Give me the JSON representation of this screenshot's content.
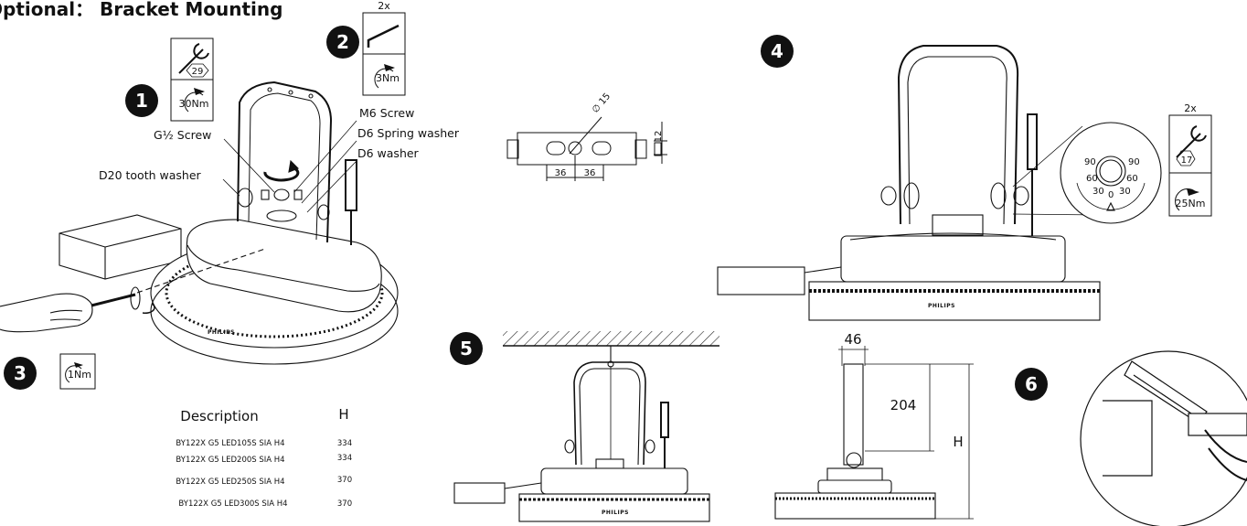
{
  "title": "Optional： Bracket Mounting",
  "steps": [
    "1",
    "2",
    "3",
    "4",
    "5",
    "6"
  ],
  "tools": {
    "spanner_size_1": "29",
    "torque_1": "30Nm",
    "multiplier_2": "2x",
    "torque_2": "3Nm",
    "torque_3": "1Nm",
    "multiplier_4": "2x",
    "spanner_size_4": "17",
    "torque_4": "25Nm"
  },
  "part_labels": {
    "m6_screw": "M6 Screw",
    "d6_spring_washer": "D6 Spring washer",
    "d6_washer": "D6 washer",
    "g_screw": "G½ Screw",
    "d20_tooth_washer": "D20 tooth washer"
  },
  "bracket_dims": {
    "diameter": "∅ 15",
    "height": "12",
    "spacing_left": "36",
    "spacing_right": "36"
  },
  "angle_scale": [
    "90",
    "60",
    "30",
    "0",
    "30",
    "60",
    "90"
  ],
  "side_view": {
    "width": "46",
    "extension": "204",
    "height_symbol": "H"
  },
  "brand": "PHILIPS",
  "table": {
    "header_description": "Description",
    "header_h": "H",
    "rows": [
      {
        "description": "BY122X G5 LED105S SIA H4",
        "h": "334"
      },
      {
        "description": "BY122X G5 LED200S SIA H4",
        "h": "334"
      },
      {
        "description": "BY122X G5 LED250S SIA H4",
        "h": "370"
      },
      {
        "description": "BY122X G5 LED300S SIA H4",
        "h": "370"
      }
    ]
  }
}
